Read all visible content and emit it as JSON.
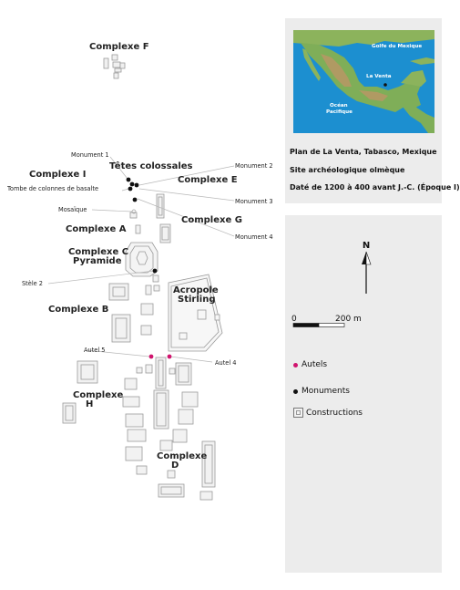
{
  "plan": {
    "labels": {
      "complexe_f": "Complexe F",
      "tetes": "Têtes colossales",
      "complexe_i": "Complexe I",
      "complexe_e": "Complexe E",
      "tombe": "Tombe de colonnes de basalte",
      "mosaique": "Mosaïque",
      "complexe_g": "Complexe G",
      "complexe_a": "Complexe A",
      "complexe_c": "Complexe C",
      "pyramide": "Pyramide",
      "stele2": "Stèle 2",
      "acropole": "Acropole",
      "stirling": "Stirling",
      "complexe_b": "Complexe B",
      "autel5": "Autel 5",
      "autel4": "Autel 4",
      "complexe_h1": "Complexe",
      "complexe_h2": "H",
      "complexe_d1": "Complexe",
      "complexe_d2": "D"
    },
    "callouts": {
      "monument1": "Monument 1",
      "monument2": "Monument 2",
      "monument3": "Monument 3",
      "monument4": "Monument 4"
    }
  },
  "inset_map": {
    "gulf": "Golfe du Mexique",
    "site": "La Venta",
    "ocean_line1": "Océan",
    "ocean_line2": "Pacifique",
    "colors": {
      "sea": "#1c8fd0",
      "land_low": "#7fae58",
      "land_high": "#b09a63"
    }
  },
  "info": {
    "line1": "Plan de La Venta, Tabasco, Mexique",
    "line2": "Site archéologique olmèque",
    "line3": "Daté de 1200 à 400 avant J.-C. (Époque I)"
  },
  "north": "N",
  "scale": {
    "start": "0",
    "end": "200 m"
  },
  "legend": {
    "autels": "Autels",
    "monuments": "Monuments",
    "constructions": "Constructions",
    "autel_color": "#d0146e",
    "monument_color": "#111111"
  }
}
